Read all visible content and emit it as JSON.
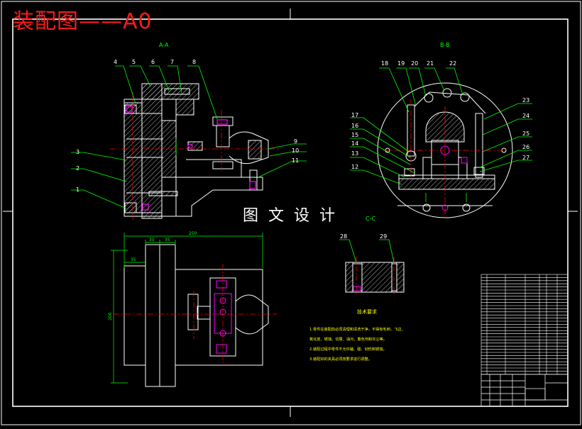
{
  "title": "装配图——A0",
  "watermark": "图文设计",
  "views": {
    "section_aa": "A-A",
    "section_bb": "B-B",
    "section_cc": "C-C"
  },
  "balloons_left": [
    "1",
    "2",
    "3",
    "4",
    "5",
    "6",
    "7",
    "8",
    "9",
    "10",
    "11"
  ],
  "balloons_right": [
    "12",
    "13",
    "14",
    "15",
    "16",
    "17",
    "18",
    "19",
    "20",
    "21",
    "22",
    "23",
    "24",
    "25",
    "26",
    "27"
  ],
  "balloons_cc": [
    "28",
    "29"
  ],
  "dimensions": {
    "overall_width": "250",
    "d35a": "35",
    "d35b": "35",
    "d35c": "35",
    "height": "200"
  },
  "notes": {
    "heading": "技术要求",
    "lines": [
      "1.零件在装配前必须清理和清洗干净，不得有毛刺、飞边、",
      "氧化皮、锈蚀、切屑、油污、着色剂和灰尘等。",
      "2.装配过程中零件不允许磕、碰、划伤和锈蚀。",
      "3.装配好的夹具必须按要求进行调整。"
    ]
  },
  "colors": {
    "border": "#ffffff",
    "outline": "#ffffff",
    "leader": "#00ff00",
    "centerline": "#ff0000",
    "hatch": "#ffffff",
    "notes": "#ffff00",
    "bolt": "#ff00ff",
    "title": "#ff1a1a"
  }
}
